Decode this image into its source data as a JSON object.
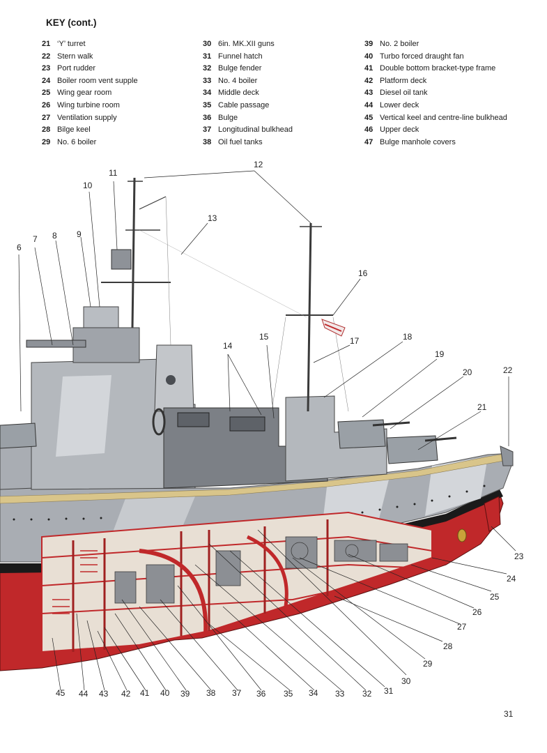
{
  "heading": "KEY (cont.)",
  "key_columns": [
    [
      {
        "num": "21",
        "text": "‘Y’ turret"
      },
      {
        "num": "22",
        "text": "Stern walk"
      },
      {
        "num": "23",
        "text": "Port rudder"
      },
      {
        "num": "24",
        "text": "Boiler room vent supple"
      },
      {
        "num": "25",
        "text": "Wing gear room"
      },
      {
        "num": "26",
        "text": "Wing turbine room"
      },
      {
        "num": "27",
        "text": "Ventilation supply"
      },
      {
        "num": "28",
        "text": "Bilge keel"
      },
      {
        "num": "29",
        "text": "No. 6 boiler"
      }
    ],
    [
      {
        "num": "30",
        "text": "6in. MK.XII guns"
      },
      {
        "num": "31",
        "text": "Funnel hatch"
      },
      {
        "num": "32",
        "text": "Bulge fender"
      },
      {
        "num": "33",
        "text": "No. 4 boiler"
      },
      {
        "num": "34",
        "text": "Middle deck"
      },
      {
        "num": "35",
        "text": "Cable passage"
      },
      {
        "num": "36",
        "text": "Bulge"
      },
      {
        "num": "37",
        "text": "Longitudinal bulkhead"
      },
      {
        "num": "38",
        "text": "Oil fuel tanks"
      }
    ],
    [
      {
        "num": "39",
        "text": "No. 2 boiler"
      },
      {
        "num": "40",
        "text": "Turbo forced draught fan"
      },
      {
        "num": "41",
        "text": "Double bottom bracket-type frame"
      },
      {
        "num": "42",
        "text": "Platform deck"
      },
      {
        "num": "43",
        "text": "Diesel oil tank"
      },
      {
        "num": "44",
        "text": "Lower deck"
      },
      {
        "num": "45",
        "text": "Vertical keel and centre-line bulkhead"
      },
      {
        "num": "46",
        "text": "Upper deck"
      },
      {
        "num": "47",
        "text": "Bulge manhole covers"
      }
    ]
  ],
  "callouts": {
    "c6": "6",
    "c7": "7",
    "c8": "8",
    "c9": "9",
    "c10": "10",
    "c11": "11",
    "c12": "12",
    "c13": "13",
    "c14": "14",
    "c15": "15",
    "c16": "16",
    "c17": "17",
    "c18": "18",
    "c19": "19",
    "c20": "20",
    "c21": "21",
    "c22": "22",
    "c23": "23",
    "c24": "24",
    "c25": "25",
    "c26": "26",
    "c27": "27",
    "c28": "28",
    "c29": "29",
    "c30": "30",
    "c31": "31",
    "c32": "32",
    "c33": "33",
    "c34": "34",
    "c35": "35",
    "c36": "36",
    "c37": "37",
    "c38": "38",
    "c39": "39",
    "c40": "40",
    "c41": "41",
    "c42": "42",
    "c43": "43",
    "c44": "44",
    "c45": "45"
  },
  "page_number": "31",
  "colors": {
    "hull_red": "#c0282a",
    "hull_black": "#1a1a1a",
    "camouflage_grey": "#a9adb3",
    "camouflage_light": "#d3d6da",
    "deck_wood": "#d9c58a"
  }
}
